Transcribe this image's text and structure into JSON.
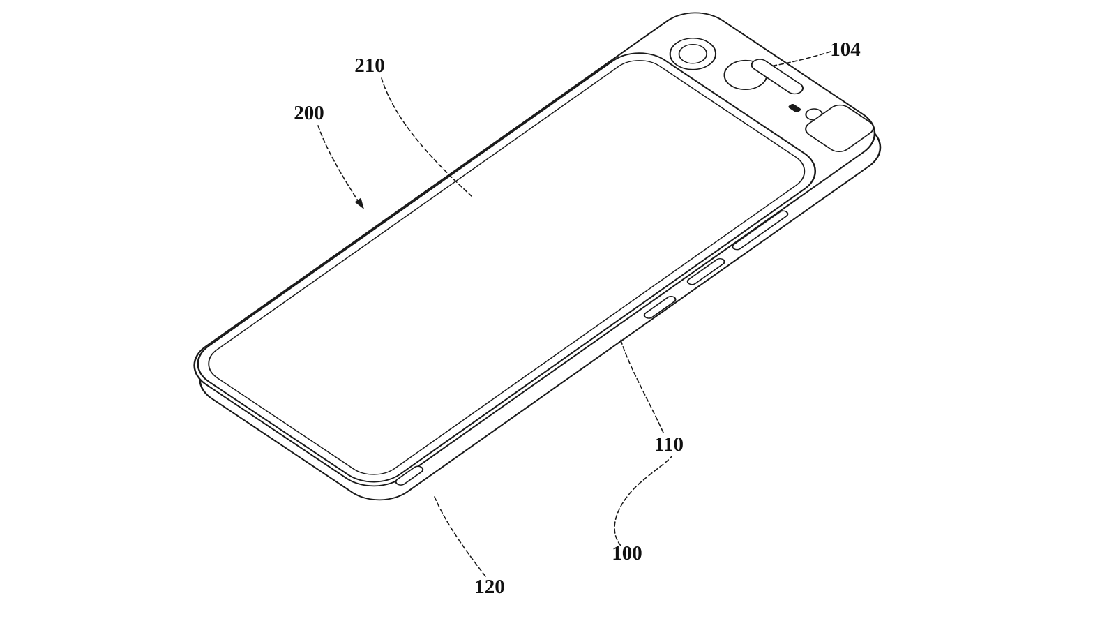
{
  "figure": {
    "labels": [
      {
        "text": "210"
      },
      {
        "text": "200"
      },
      {
        "text": "104"
      },
      {
        "text": "110"
      },
      {
        "text": "100"
      },
      {
        "text": "120"
      }
    ],
    "colors": {
      "line": "#1a1a1a",
      "background": "#ffffff"
    }
  }
}
